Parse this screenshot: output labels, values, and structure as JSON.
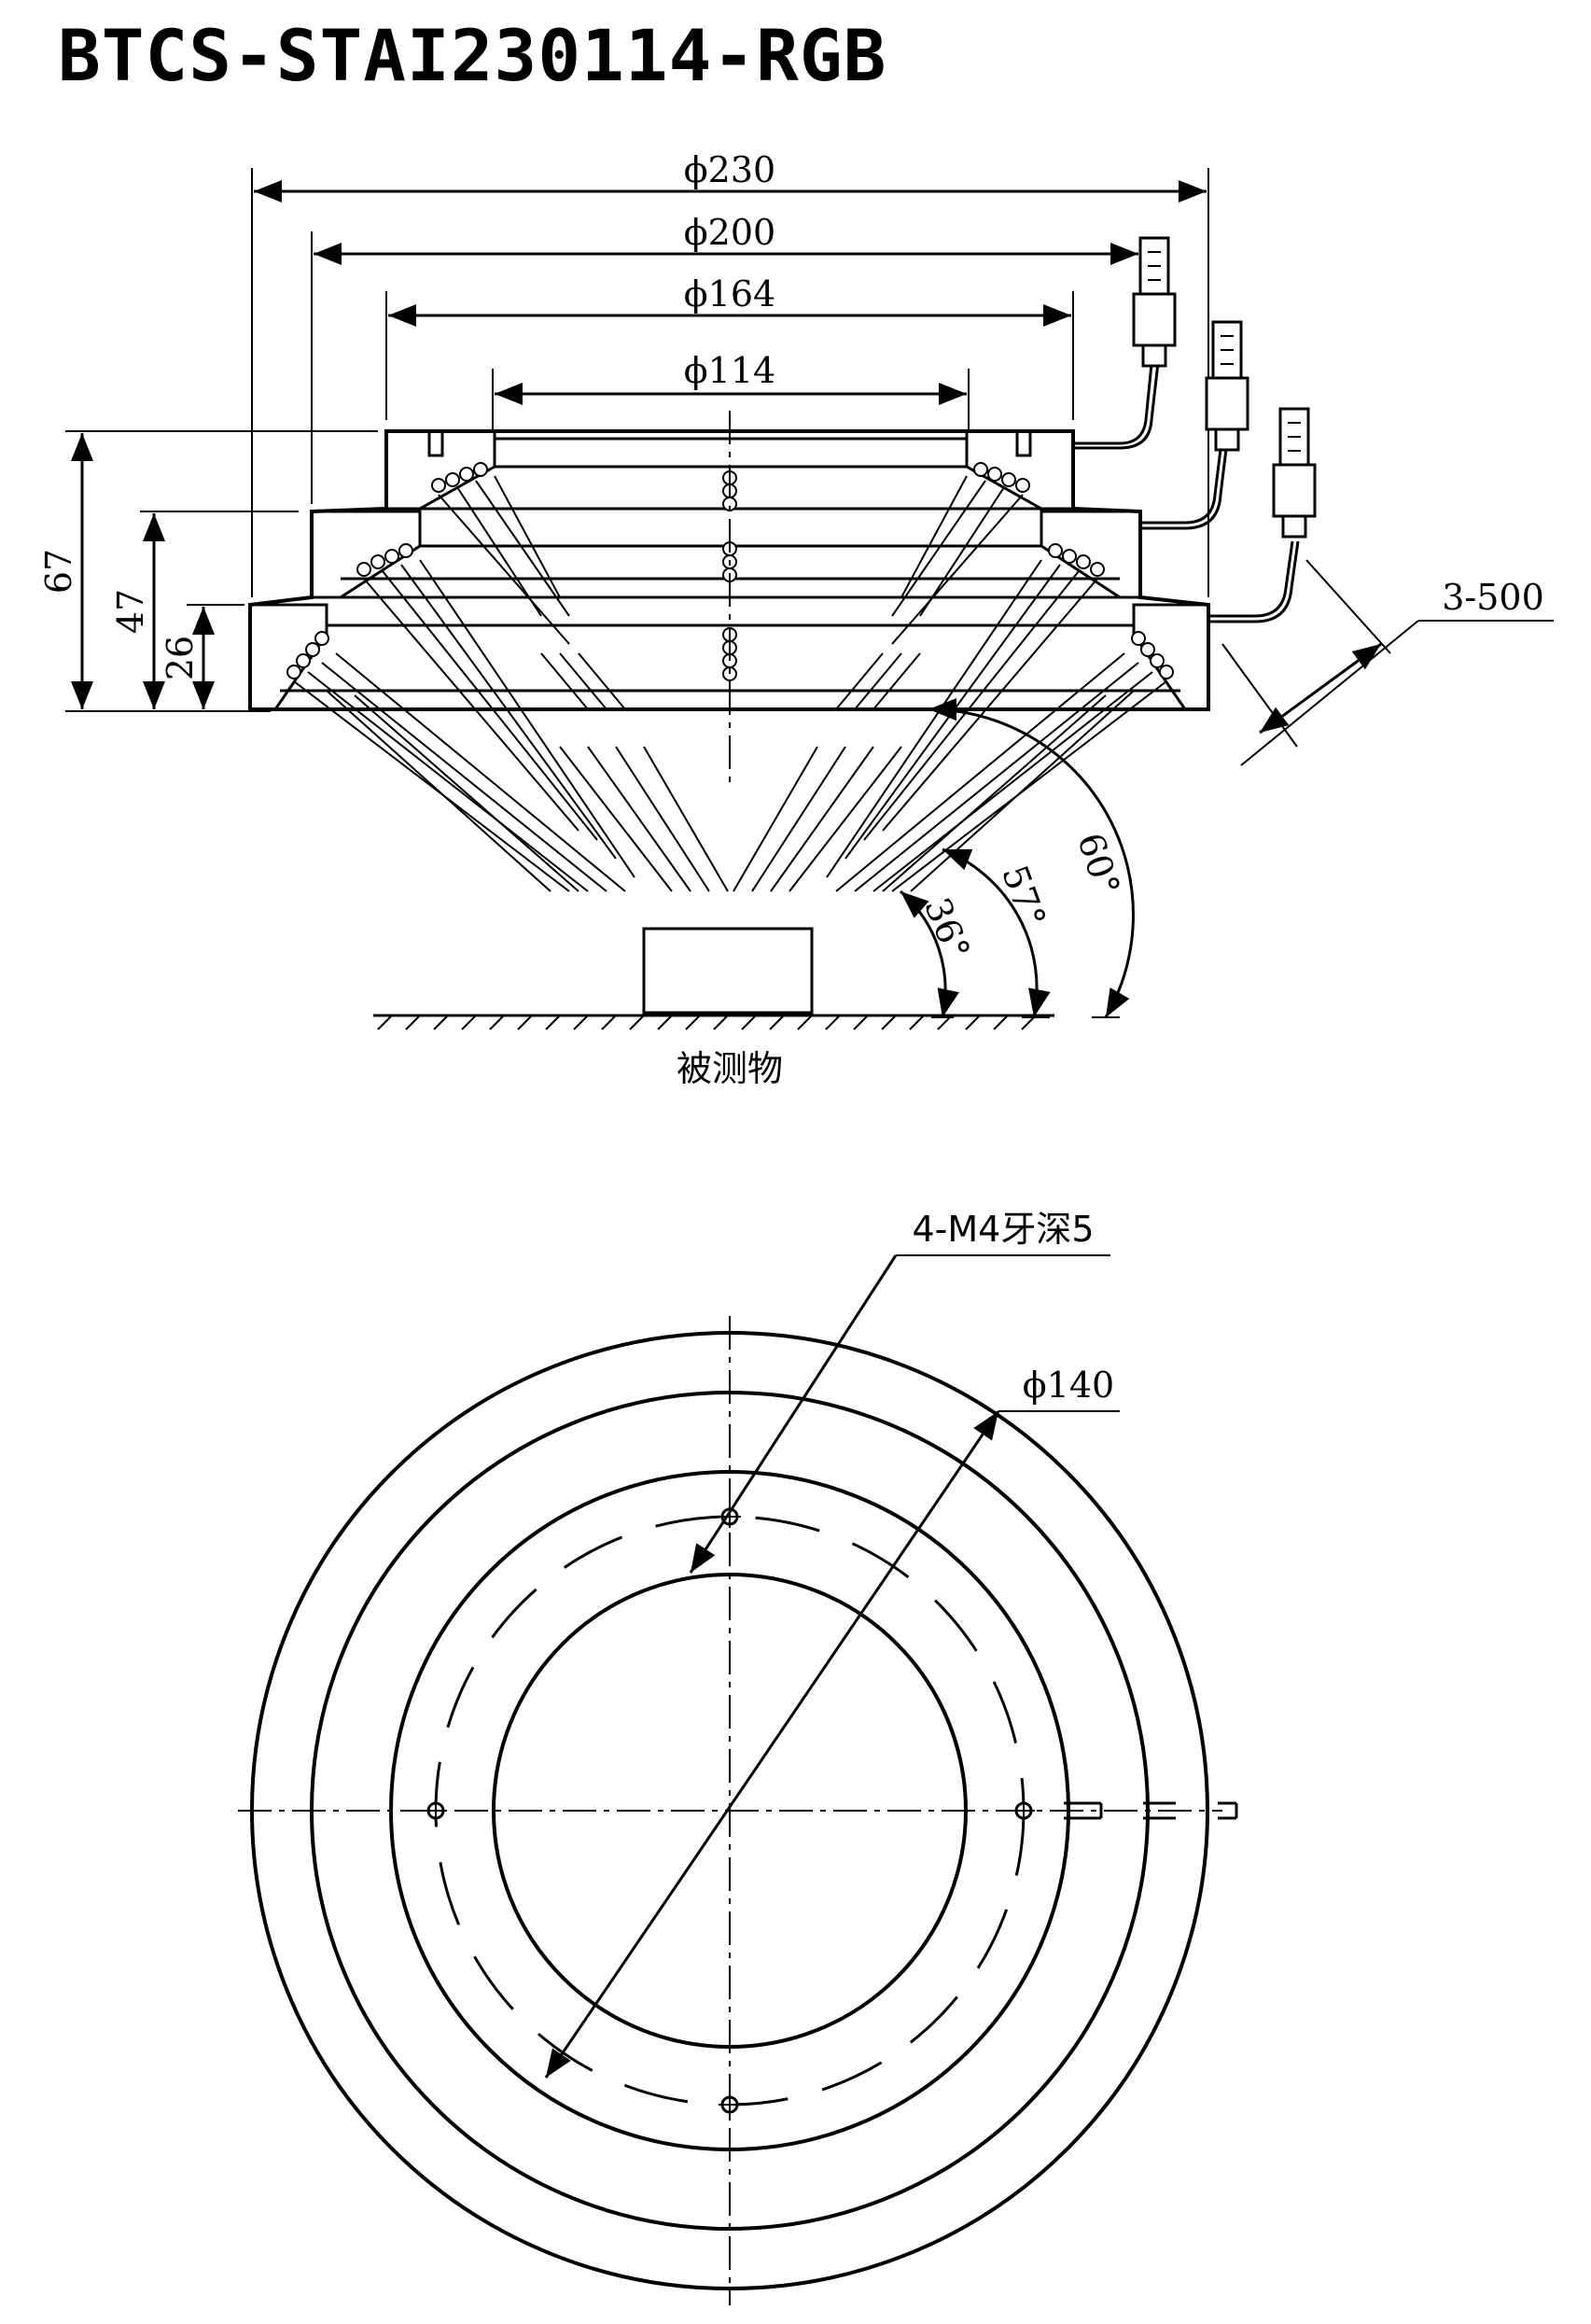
{
  "title": "BTCS-STAI230114-RGB",
  "side_view": {
    "diameters": [
      "ϕ230",
      "ϕ200",
      "ϕ164",
      "ϕ114"
    ],
    "heights": [
      "67",
      "47",
      "26"
    ],
    "cable": "3-500",
    "angles": [
      "60°",
      "57°",
      "36°"
    ],
    "object_label": "被测物"
  },
  "top_view": {
    "thread_note": "4-M4牙深5",
    "bolt_circle": "ϕ140"
  }
}
